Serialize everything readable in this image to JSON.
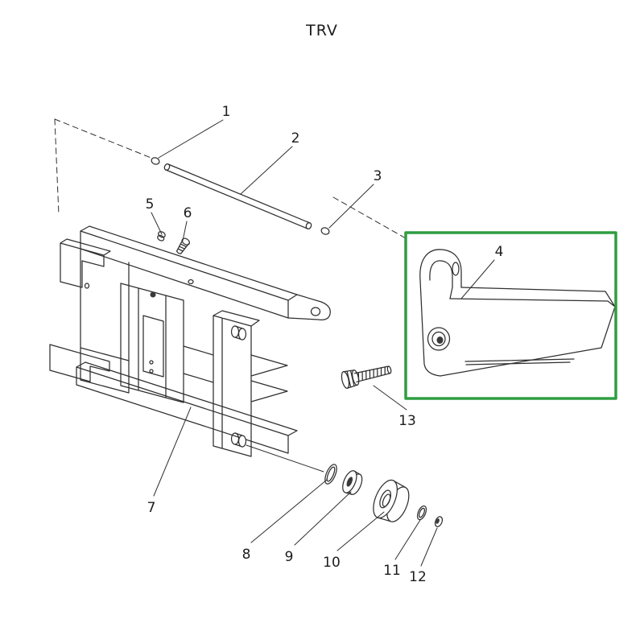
{
  "title": "TRV",
  "colors": {
    "highlight": "#2f9e41",
    "line": "#2f2f2f",
    "text": "#1c1c1c"
  },
  "parts": {
    "labels": [
      "1",
      "2",
      "3",
      "4",
      "5",
      "6",
      "7",
      "8",
      "9",
      "10",
      "11",
      "12",
      "13"
    ]
  }
}
